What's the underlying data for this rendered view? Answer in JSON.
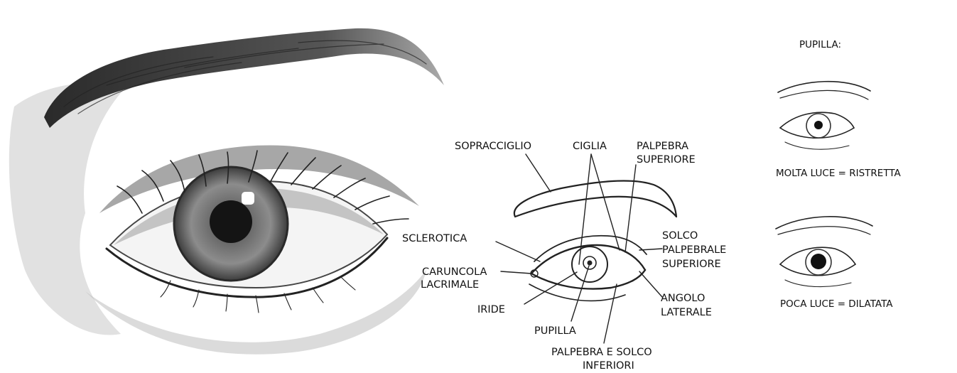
{
  "diagram": {
    "labels": {
      "sopracciglio": "SOPRACCIGLIO",
      "ciglia": "CIGLIA",
      "palpebra_superiore_1": "PALPEBRA",
      "palpebra_superiore_2": "SUPERIORE",
      "sclerotica": "SCLEROTICA",
      "solco_1": "SOLCO",
      "solco_2": "PALPEBRALE",
      "solco_3": "SUPERIORE",
      "caruncola_1": "CARUNCOLA",
      "caruncola_2": "LACRIMALE",
      "iride": "IRIDE",
      "angolo_1": "ANGOLO",
      "angolo_2": "LATERALE",
      "pupilla": "PUPILLA",
      "palpebra_inferiore_1": "PALPEBRA E SOLCO",
      "palpebra_inferiore_2": "INFERIORI"
    }
  },
  "pupil_panel": {
    "title": "PUPILLA:",
    "bright_caption": "MOLTA LUCE = RISTRETTA",
    "dim_caption": "POCA LUCE = DILATATA"
  }
}
